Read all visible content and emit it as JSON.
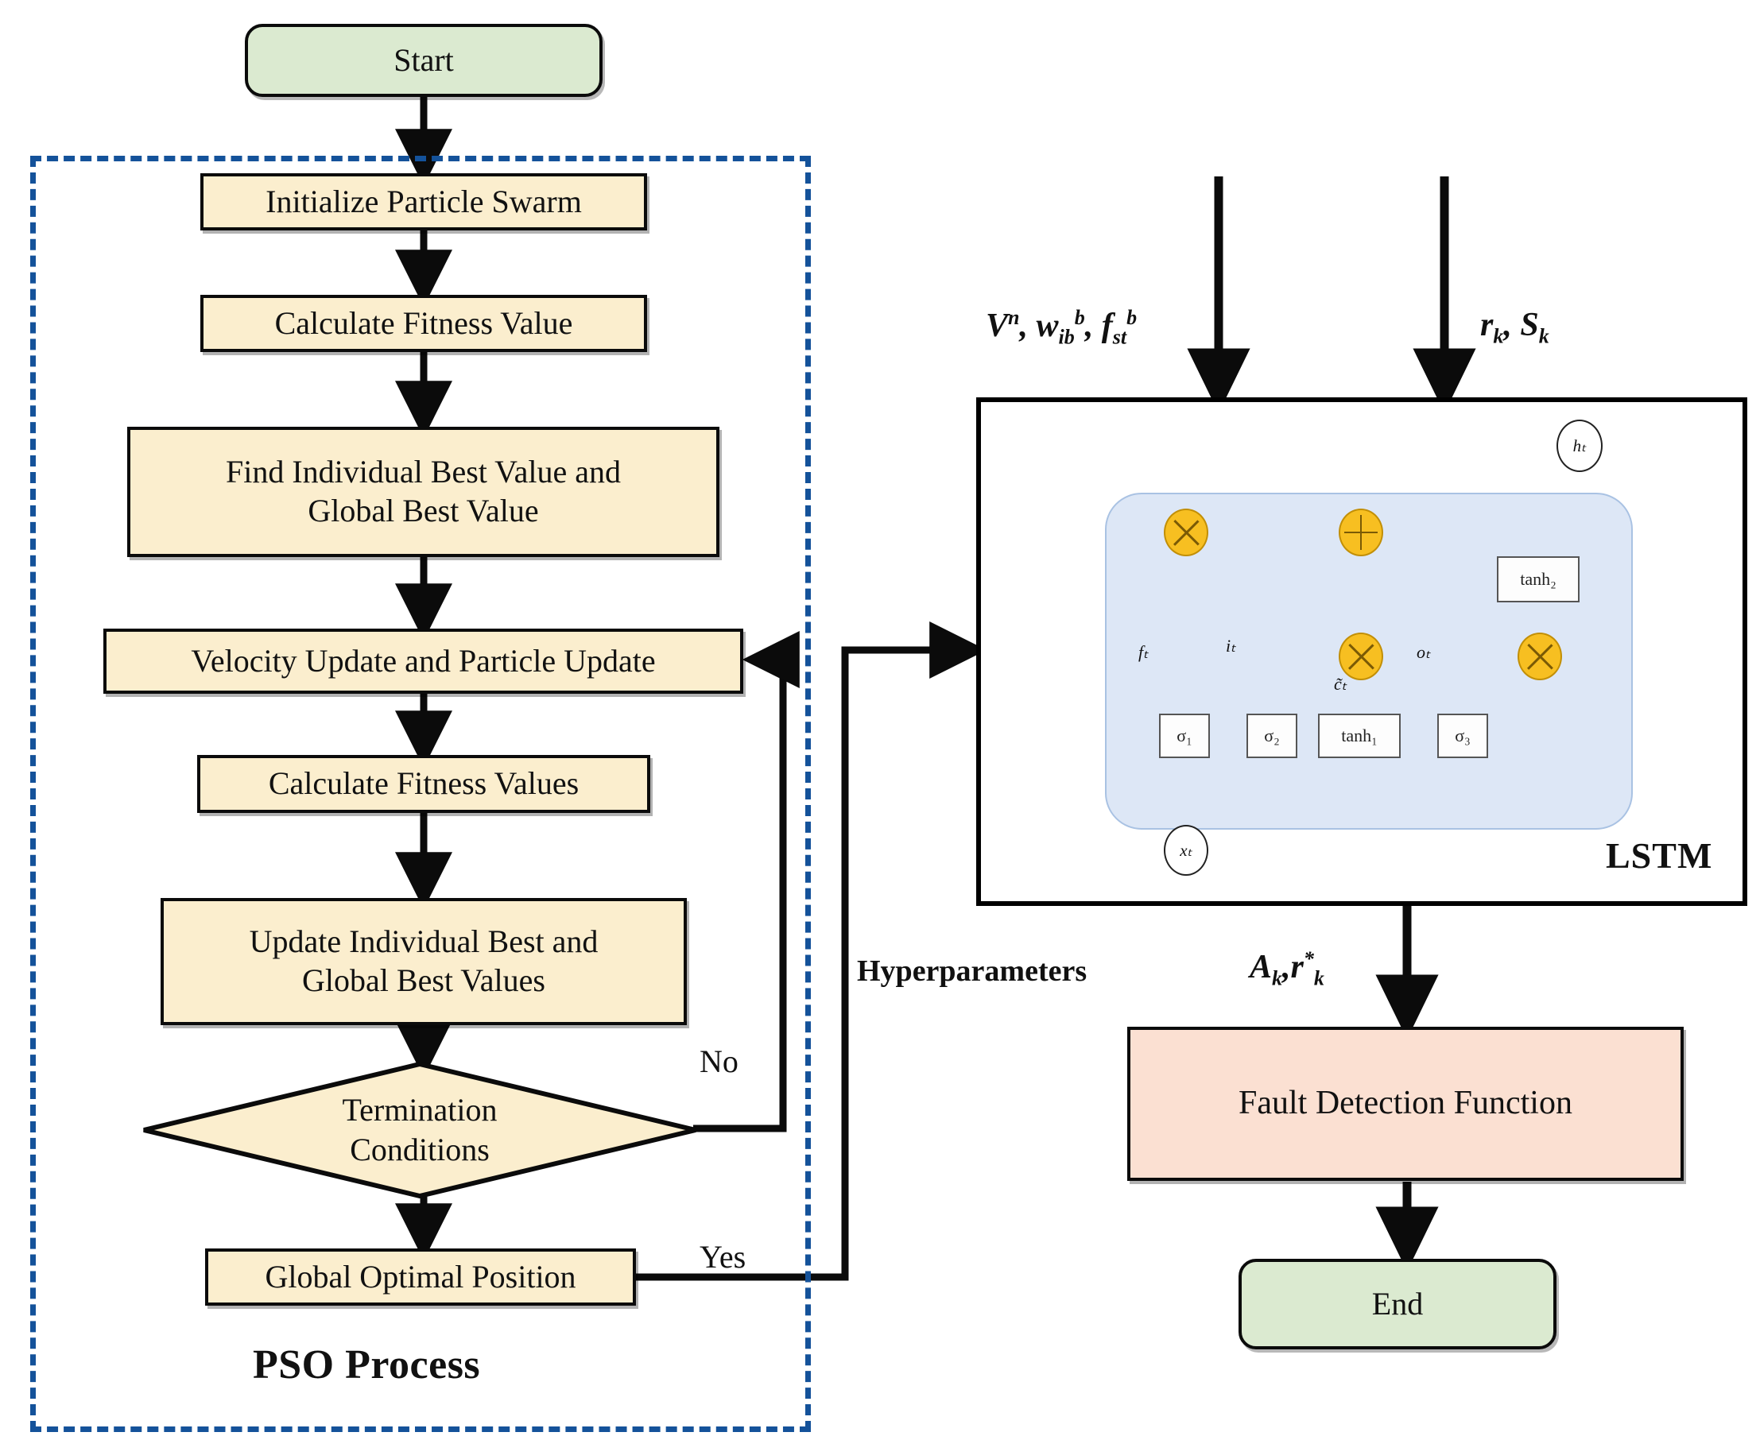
{
  "diagram": {
    "title_left": "PSO Process",
    "title_right": "LSTM"
  },
  "pso": {
    "region_label": "PSO Process",
    "start": "Start",
    "steps": [
      "Initialize Particle Swarm",
      "Calculate Fitness Value",
      "Find Individual Best Value and\nGlobal Best Value",
      "Velocity Update and Particle Update",
      "Calculate Fitness Values",
      "Update Individual Best and\nGlobal Best Values"
    ],
    "step1": "Initialize Particle Swarm",
    "step2": "Calculate Fitness Value",
    "step3_line1": "Find Individual Best Value and",
    "step3_line2": "Global Best Value",
    "step4": "Velocity Update and Particle Update",
    "step5": "Calculate Fitness Values",
    "step6_line1": "Update Individual Best and",
    "step6_line2": "Global Best Values",
    "decision_line1": "Termination",
    "decision_line2": "Conditions",
    "branch_no": "No",
    "branch_yes": "Yes",
    "result": "Global Optimal Position"
  },
  "links": {
    "hyperparameters": "Hyperparameters"
  },
  "lstm": {
    "label": "LSTM",
    "input_left": "Vⁿ, wᵢₕᵇ, fₛₜᵇ",
    "input_right": "rₖ, Sₖ",
    "output_label": "Aₖ, r*ₖ",
    "gates": [
      {
        "name": "sigma1",
        "text": "σ₁"
      },
      {
        "name": "sigma2",
        "text": "σ₂"
      },
      {
        "name": "tanh1",
        "text": "tanh₁"
      },
      {
        "name": "sigma3",
        "text": "σ₃"
      },
      {
        "name": "tanh2",
        "text": "tanh₂"
      }
    ],
    "signals": [
      {
        "name": "forget-gate",
        "text": "fₜ"
      },
      {
        "name": "input-gate",
        "text": "iₜ"
      },
      {
        "name": "candidate",
        "text": "c̃ₜ"
      },
      {
        "name": "output-gate",
        "text": "oₜ"
      }
    ],
    "io_nodes": [
      {
        "name": "hidden-state",
        "text": "hₜ"
      },
      {
        "name": "input-x",
        "text": "xₜ"
      }
    ],
    "ops": [
      {
        "name": "multiply-forget",
        "symbol": "×"
      },
      {
        "name": "add-cell",
        "symbol": "+"
      },
      {
        "name": "multiply-input",
        "symbol": "×"
      },
      {
        "name": "multiply-output",
        "symbol": "×"
      }
    ]
  },
  "fault": {
    "label": "Fault Detection Function"
  },
  "end": {
    "label": "End"
  },
  "colors": {
    "terminator_fill": "#dbead0",
    "process_fill": "#fbeece",
    "fault_fill": "#fbe0d2",
    "pso_dash": "#14529a",
    "cell_fill": "#dde7f6",
    "op_fill": "#f7bf21",
    "stroke": "#0b0b0b"
  }
}
